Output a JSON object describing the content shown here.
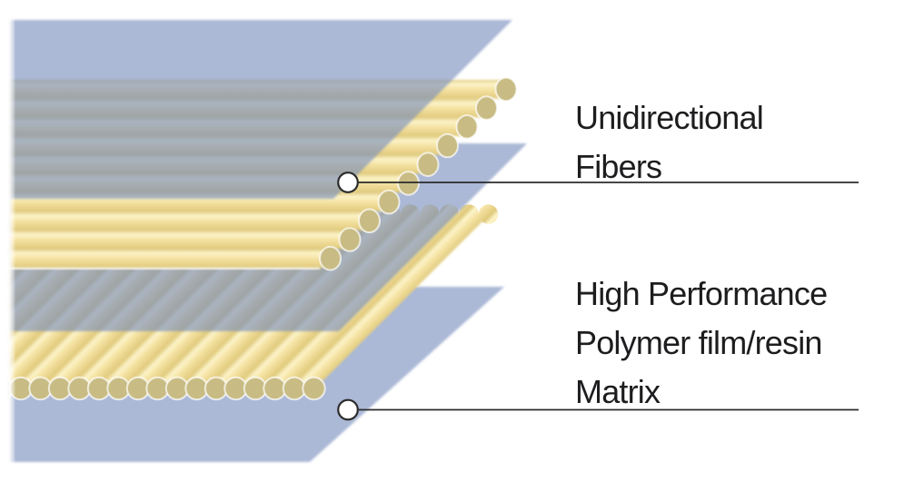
{
  "diagram": {
    "background": "#ffffff",
    "description_labels_only": true
  },
  "labels": {
    "unidirectional_fibers": "Unidirectional\nFibers",
    "polymer_matrix": "High Performance\nPolymer film/resin\nMatrix"
  },
  "colors": {
    "film_blue": "rgba(118,140,189,0.62)",
    "fiber_yellow": "#f5e2a2",
    "fiber_yellow_highlight": "#fcf4c9",
    "fiber_yellow_shade": "#e0ca7c",
    "fiber_end_olive": "#c8bc84",
    "leader_line": "#2b2b2b",
    "label_text": "#1d1d1f",
    "marker_fill": "#ffffff"
  },
  "markers": {
    "style": "circle"
  }
}
